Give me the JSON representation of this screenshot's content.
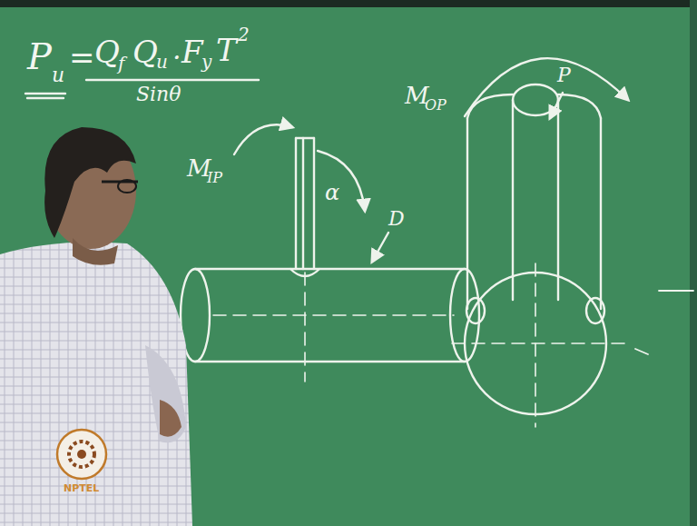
{
  "diagram": {
    "labels": [
      "P",
      "u",
      "=",
      "Q",
      "f",
      "Q",
      "u",
      ".",
      "F",
      "y",
      "T",
      "2",
      "Sinθ",
      "M",
      "IP",
      "α",
      "D",
      "P",
      "M",
      "OP",
      "NPTEL"
    ]
  }
}
